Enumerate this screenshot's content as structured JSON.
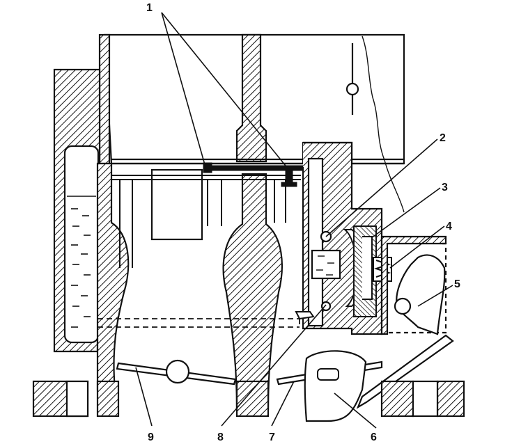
{
  "diagram": {
    "callouts": [
      {
        "id": "c1",
        "label": "1"
      },
      {
        "id": "c2",
        "label": "2"
      },
      {
        "id": "c3",
        "label": "3"
      },
      {
        "id": "c4",
        "label": "4"
      },
      {
        "id": "c5",
        "label": "5"
      },
      {
        "id": "c6",
        "label": "6"
      },
      {
        "id": "c7",
        "label": "7"
      },
      {
        "id": "c8",
        "label": "8"
      },
      {
        "id": "c9",
        "label": "9"
      }
    ]
  },
  "colors": {
    "ink": "#111111",
    "paper": "#ffffff",
    "fuel": "#111111"
  }
}
